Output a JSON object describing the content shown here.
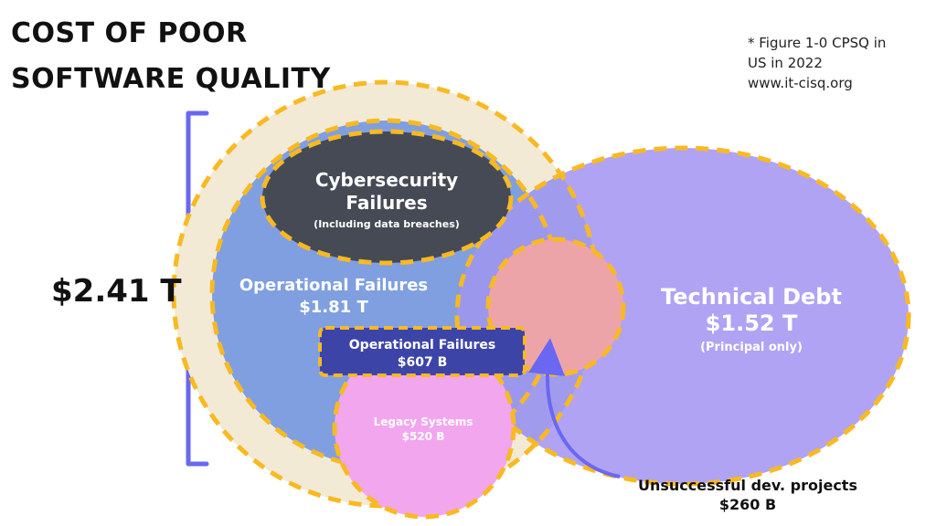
{
  "title": {
    "line1": "COST OF POOR",
    "line2": "SOFTWARE QUALITY"
  },
  "note": {
    "line1": "* Figure 1-0 CPSQ in",
    "line2": "US in 2022",
    "line3": "www.it-cisq.org"
  },
  "total": {
    "value": "$2.41 T"
  },
  "regions": {
    "cybersecurity": {
      "line1": "Cybersecurity",
      "line2": "Failures",
      "sub": "(Including data breaches)"
    },
    "operational": {
      "label": "Operational Failures",
      "value": "$1.81 T"
    },
    "operational_box": {
      "label": "Operational Failures",
      "value": "$607 B"
    },
    "legacy": {
      "label": "Legacy Systems",
      "value": "$520 B"
    },
    "technical_debt": {
      "label": "Technical Debt",
      "value": "$1.52 T",
      "sub": "(Principal only)"
    },
    "unsuccessful": {
      "label": "Unsuccessful dev. projects",
      "value": "$260 B"
    }
  },
  "colors": {
    "outer": "#F3EAD6",
    "operational": "#7F9FE0",
    "cybersecurity": "#454A54",
    "technical_debt": "#A99BF2",
    "unsuccessful": "#EDA4A8",
    "operational_box": "#3D44A8",
    "legacy": "#F2A6EE",
    "dash": "#F9B921",
    "bracket": "#6A67F2"
  }
}
